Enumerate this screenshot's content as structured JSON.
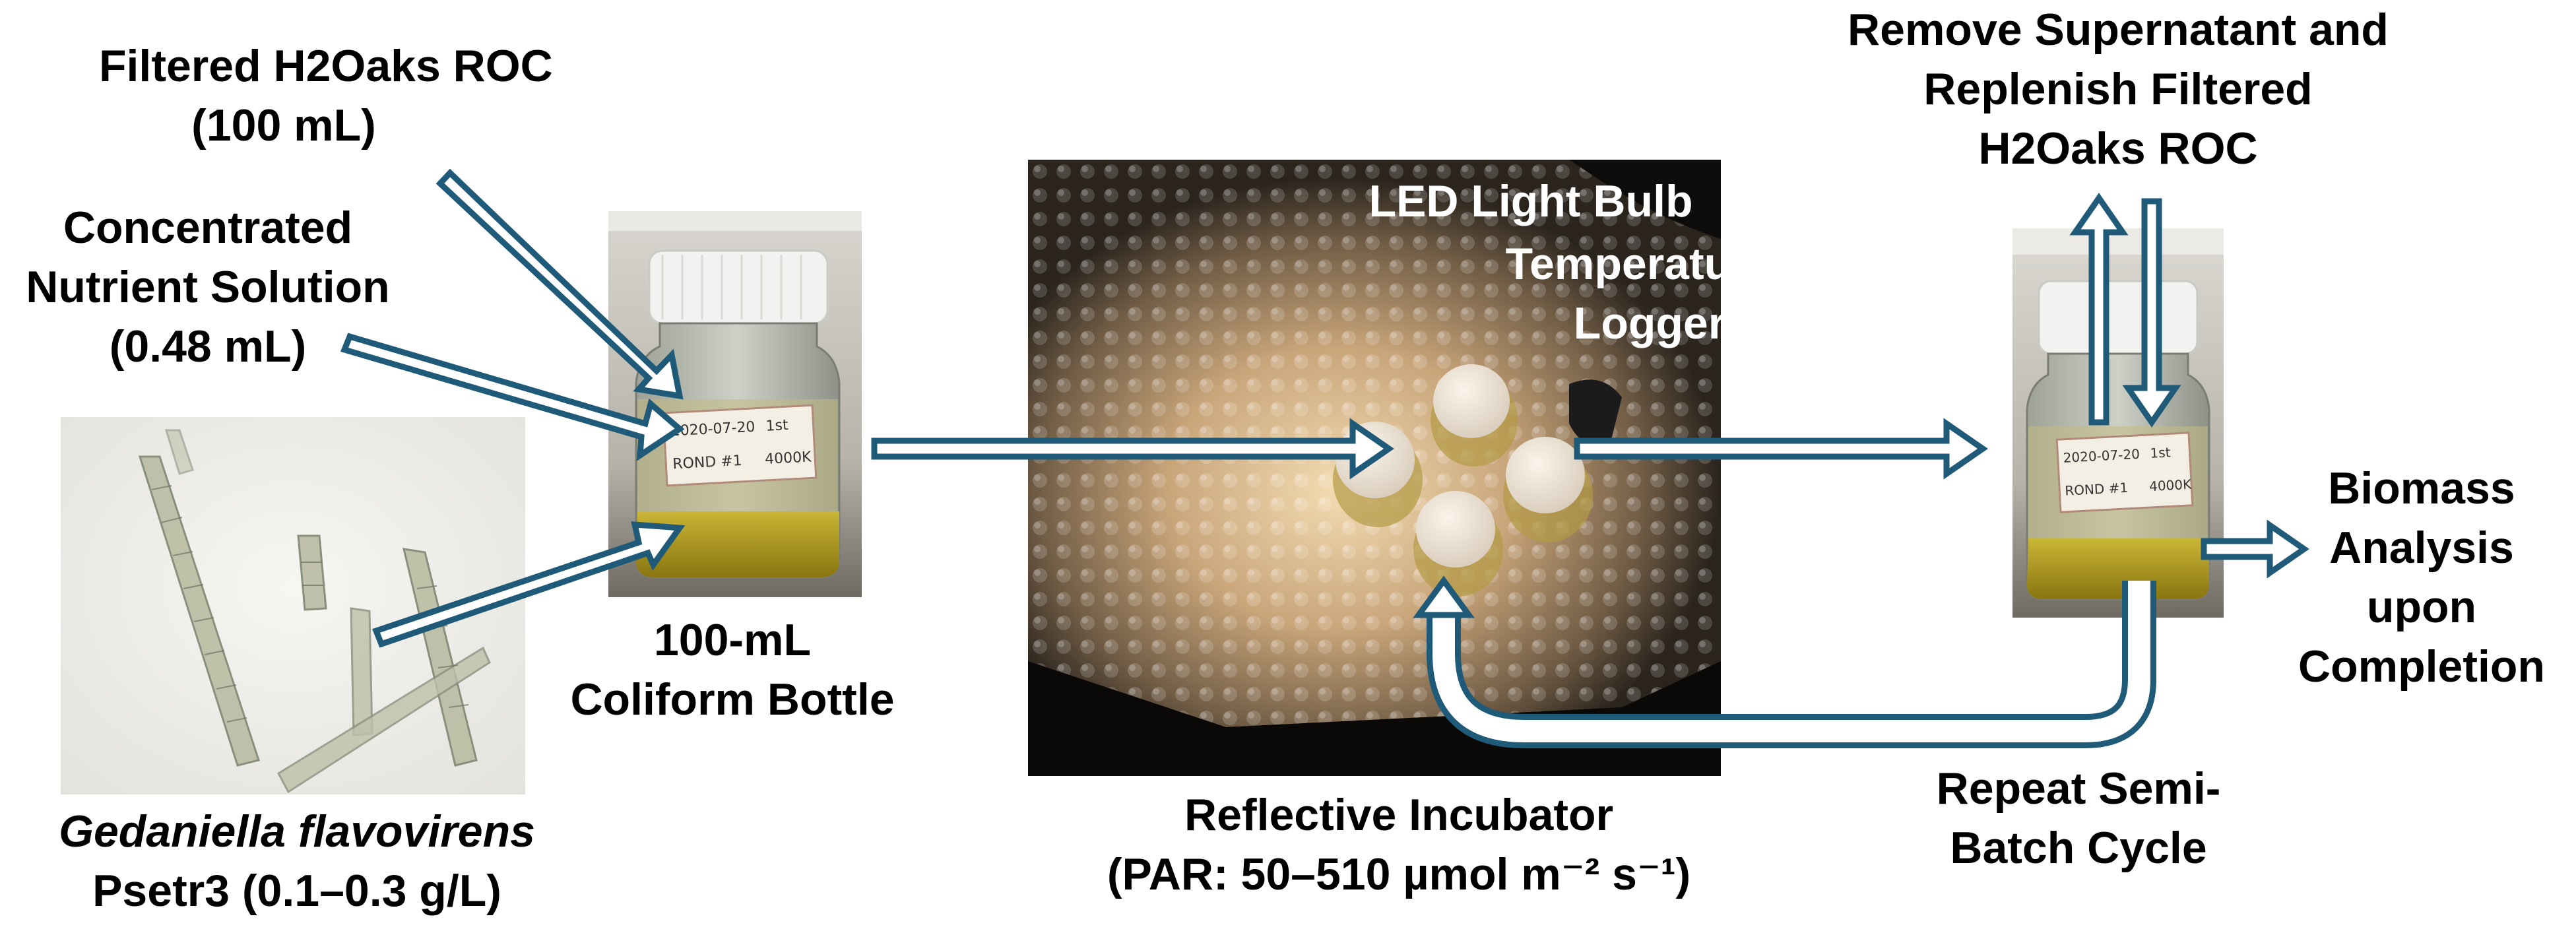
{
  "labels": {
    "filtered_roc": [
      "Filtered H2Oaks ROC",
      "(100 mL)"
    ],
    "nutrient": [
      "Concentrated",
      "Nutrient Solution",
      "(0.48 mL)"
    ],
    "organism_name": "Gedaniella flavovirens",
    "organism_detail": "Psetr3 (0.1–0.3 g/L)",
    "bottle": [
      "100-mL",
      "Coliform Bottle"
    ],
    "led": "LED Light Bulb",
    "temp_logger": [
      "Temperature",
      "Logger"
    ],
    "incubator": "Reflective Incubator",
    "par": "(PAR: 50–510 µmol m⁻² s⁻¹)",
    "remove_replenish": [
      "Remove Supernatant and",
      "Replenish Filtered",
      "H2Oaks ROC"
    ],
    "biomass": [
      "Biomass",
      "Analysis",
      "upon",
      "Completion"
    ],
    "repeat": [
      "Repeat Semi-",
      "Batch Cycle"
    ]
  },
  "bottle_label": {
    "date": "2020-07-20",
    "mark": "1st",
    "id": "ROND #1",
    "kelvin": "4000K"
  },
  "colors": {
    "arrow_stroke": "#1f5a78",
    "arrow_fill": "#ffffff",
    "liquid": "#b8a21e",
    "incubator_glow": "#e7c9a0"
  }
}
